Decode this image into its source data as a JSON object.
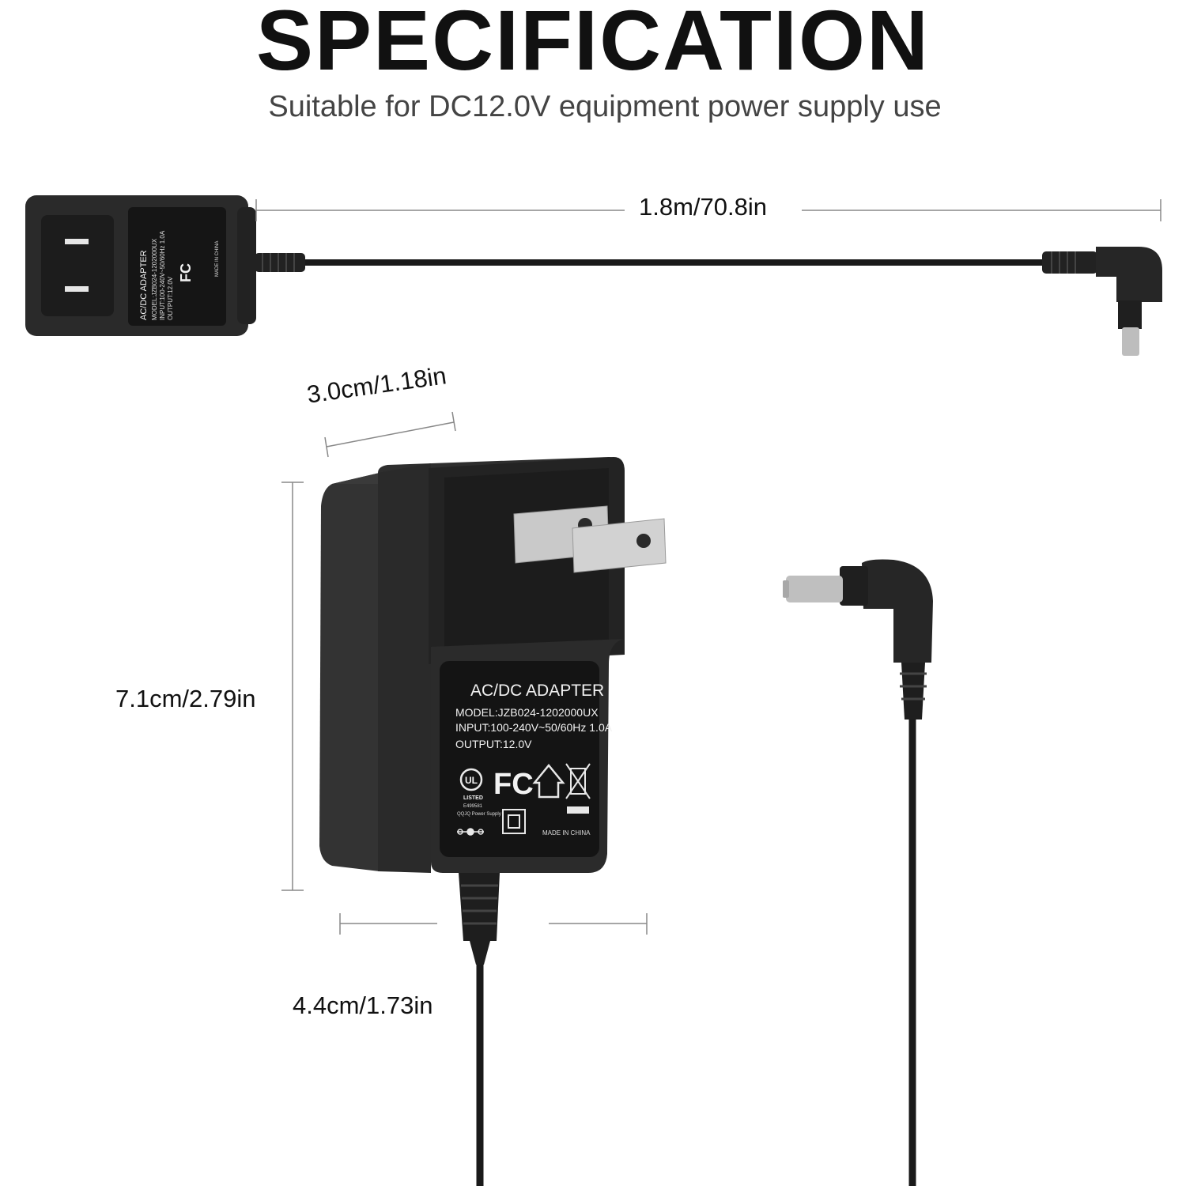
{
  "heading": {
    "title": "SPECIFICATION",
    "subtitle": "Suitable for DC12.0V  equipment power supply use"
  },
  "dimensions": {
    "cable_length": "1.8m/70.8in",
    "thickness": "3.0cm/1.18in",
    "height": "7.1cm/2.79in",
    "width": "4.4cm/1.73in"
  },
  "adapter_label": {
    "title": "AC/DC ADAPTER",
    "model": "MODEL:JZB024-1202000UX",
    "input": "INPUT:100-240V~50/60Hz 1.0A",
    "output": "OUTPUT:12.0V",
    "ul_listed": "LISTED",
    "ul_file": "E499581",
    "manufacturer": "QQJQ Power Supply",
    "origin": "MADE IN CHINA",
    "fcc_mark": "FC"
  },
  "colors": {
    "body": "#2b2b2b",
    "label_panel": "#151515",
    "prong": "#c9c9c9",
    "dimension_line": "#888888",
    "text": "#111111"
  }
}
